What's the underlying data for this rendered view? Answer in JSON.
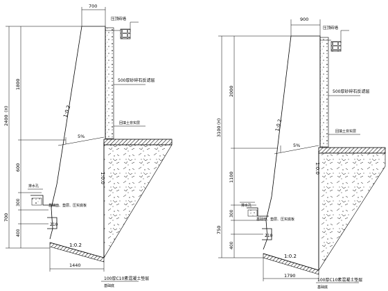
{
  "left": {
    "top_width": "700",
    "h1": "1800",
    "h_total": "2400",
    "h_total_sub": "(H)",
    "h2": "600",
    "h3": "300",
    "h4": "700",
    "h5": "400",
    "slope_wall": "1:0.2",
    "slope_base": "1:0.2",
    "slope_fill": "1:0.0",
    "pct": "5%",
    "dim_210": "210",
    "base_width": "1440",
    "label_cap": "压顶砖墙",
    "label_fill": "500厚砂碎石反滤层",
    "label_soil": "回填土夯实层",
    "label_drain": "排水孔",
    "label_base": "基础面、垫层、压实底板",
    "label_concrete": "100厚C10素混凝土垫层",
    "label_foundation": "基础底"
  },
  "right": {
    "top_width": "900",
    "h1": "2000",
    "h_total": "3100",
    "h_total_sub": "(H)",
    "h2": "1100",
    "h3": "300",
    "h4": "750",
    "h5": "400",
    "slope_wall": "1:0.2",
    "slope_base": "1:0.2",
    "slope_fill": "1:0.0",
    "pct": "5%",
    "dim_210": "210",
    "base_width": "1790",
    "label_cap": "压顶砖墙",
    "label_fill": "500厚砂碎石反滤层",
    "label_soil": "回填土夯实层",
    "label_drain": "排水孔",
    "label_base": "基础面、垫层、压实底板",
    "label_concrete": "100厚C10素混凝土垫层",
    "label_foundation": "基础底"
  }
}
